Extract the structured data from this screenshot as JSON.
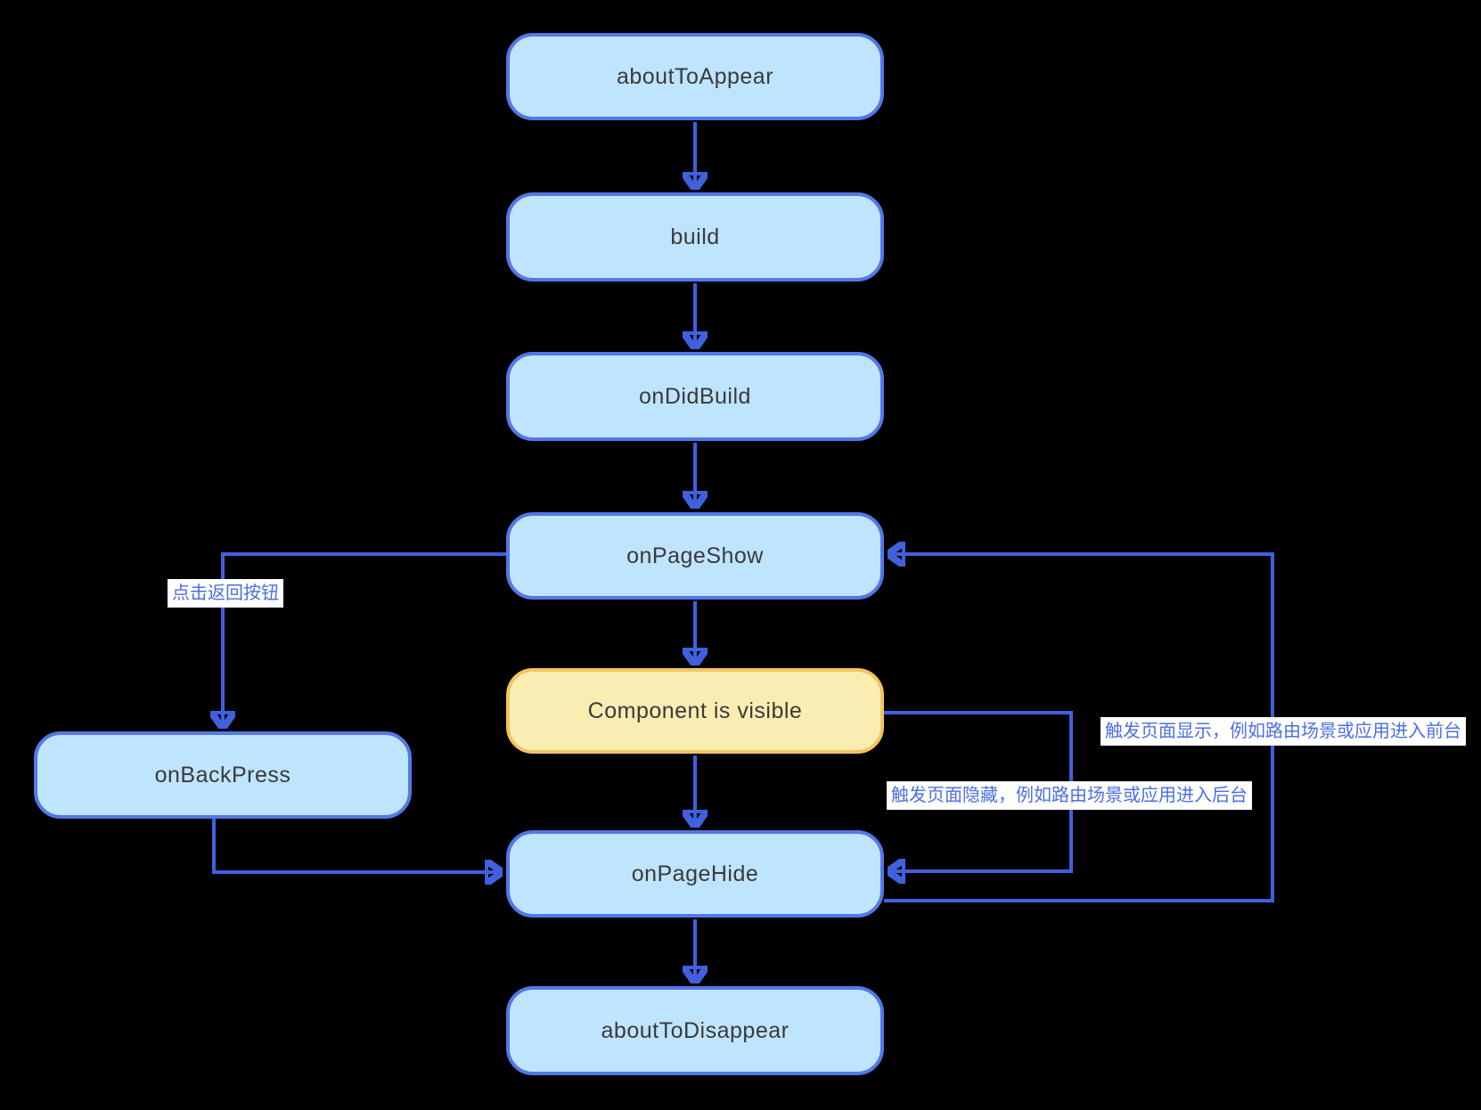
{
  "diagram": {
    "nodes": {
      "aboutToAppear": {
        "label": "aboutToAppear"
      },
      "build": {
        "label": "build"
      },
      "onDidBuild": {
        "label": "onDidBuild"
      },
      "onPageShow": {
        "label": "onPageShow"
      },
      "componentVisible": {
        "label": "Component is visible"
      },
      "onBackPress": {
        "label": "onBackPress"
      },
      "onPageHide": {
        "label": "onPageHide"
      },
      "aboutToDisappear": {
        "label": "aboutToDisappear"
      }
    },
    "edge_labels": {
      "back": "点击返回按钮",
      "hide": "触发页面隐藏，例如路由场景或应用进入后台",
      "show": "触发页面显示，例如路由场景或应用进入前台"
    },
    "colors": {
      "background": "#000000",
      "node_fill": "#bfe4fd",
      "node_border": "#5377e8",
      "highlight_fill": "#faedb2",
      "highlight_border": "#f3c45f",
      "edge": "#4060dd",
      "edge_label_text": "#4d6fe3",
      "edge_label_bg": "#ffffff",
      "node_text": "#3a3a3a"
    }
  }
}
